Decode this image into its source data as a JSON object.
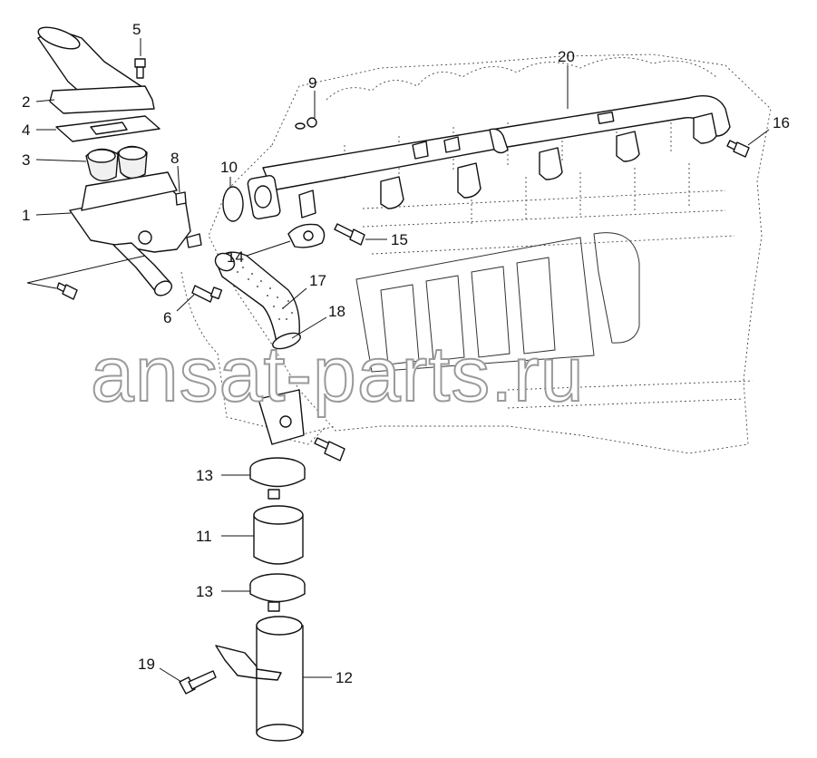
{
  "watermark": "ansat-parts.ru",
  "corner_mark": "",
  "callouts": {
    "c1": "1",
    "c2": "2",
    "c3": "3",
    "c4": "4",
    "c5": "5",
    "c6": "6",
    "c8": "8",
    "c9": "9",
    "c10": "10",
    "c11": "11",
    "c12": "12",
    "c13a": "13",
    "c13b": "13",
    "c14": "14",
    "c15": "15",
    "c16": "16",
    "c17": "17",
    "c18": "18",
    "c19": "19",
    "c20": "20"
  },
  "colors": {
    "line": "#111111",
    "watermark_outline": "#9a9a9a",
    "background": "#ffffff"
  }
}
